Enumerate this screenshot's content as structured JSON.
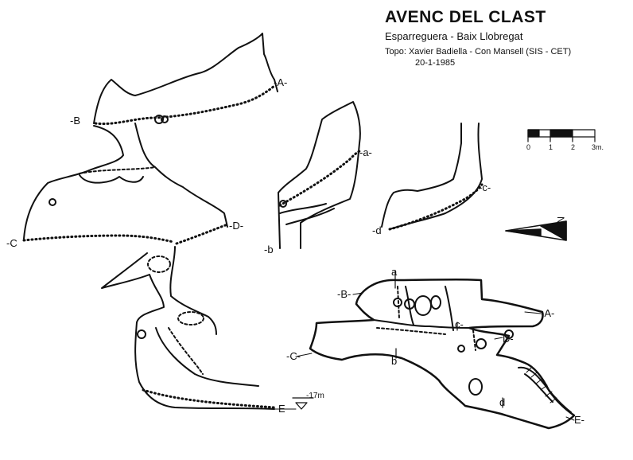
{
  "title": "AVENC DEL CLAST",
  "subtitle": "Esparreguera - Baix Llobregat",
  "credit": "Topo: Xavier Badiella - Con Mansell   (SIS - CET)",
  "date": "20-1-1985",
  "scale": {
    "ticks": [
      "0",
      "1",
      "2",
      "3m."
    ]
  },
  "north": "NM",
  "depth_marker": "-17m",
  "section_labels": {
    "A": "-A-",
    "B": "-B",
    "C": "-C",
    "D": "-D-",
    "E": "E",
    "a": "-a-",
    "b": "-b",
    "c": "-c-",
    "d": "-d"
  },
  "plan_labels": {
    "a": "a",
    "B": "-B-",
    "A": "-A-",
    "c": "c-",
    "D": "D-",
    "C": "-C-",
    "b": "b",
    "d": "d",
    "E": "E-"
  }
}
